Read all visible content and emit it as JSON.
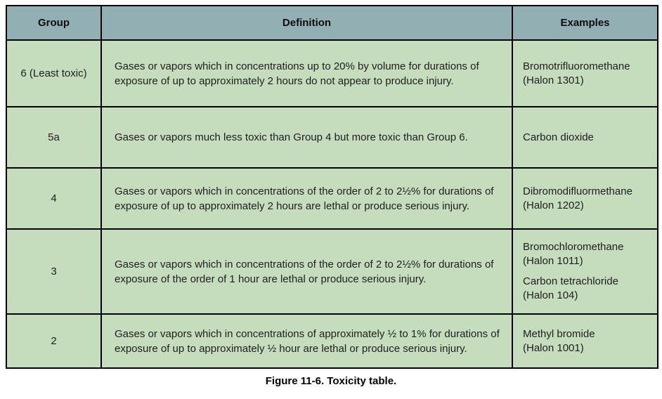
{
  "table": {
    "headers": {
      "group": "Group",
      "definition": "Definition",
      "examples": "Examples"
    },
    "rows": [
      {
        "group": "6 (Least toxic)",
        "definition": "Gases or vapors which in concentrations up to 20% by volume for durations of exposure of up to approximately 2 hours do not appear to produce injury.",
        "examples": [
          {
            "name": "Bromotrifluoromethane",
            "halon": "(Halon 1301)"
          }
        ]
      },
      {
        "group": "5a",
        "definition": "Gases or vapors much less toxic than Group 4 but more toxic than Group 6.",
        "examples": [
          {
            "name": "Carbon dioxide",
            "halon": ""
          }
        ]
      },
      {
        "group": "4",
        "definition": "Gases or vapors which in concentrations of the order of 2 to 2½% for durations of exposure of up to approximately 2 hours are lethal or produce serious injury.",
        "examples": [
          {
            "name": "Dibromodifluormethane",
            "halon": "(Halon 1202)"
          }
        ]
      },
      {
        "group": "3",
        "definition": "Gases or vapors which in concentrations of the order of 2 to 2½% for durations of exposure of the order of 1 hour are lethal or produce serious injury.",
        "examples": [
          {
            "name": "Bromochloromethane",
            "halon": "(Halon 1011)"
          },
          {
            "name": "Carbon tetrachloride",
            "halon": "(Halon 104)"
          }
        ]
      },
      {
        "group": "2",
        "definition": "Gases or vapors which in concentrations of approximately ½ to 1% for durations of exposure of up to approximately ½ hour are lethal or produce serious injury.",
        "examples": [
          {
            "name": "Methyl bromide",
            "halon": "(Halon 1001)"
          }
        ]
      }
    ]
  },
  "caption": "Figure 11-6. Toxicity table.",
  "colors": {
    "header_bg": "#92afb3",
    "row_bg": "#c5ddbd",
    "border": "#000000",
    "text": "#1e1e1e"
  }
}
